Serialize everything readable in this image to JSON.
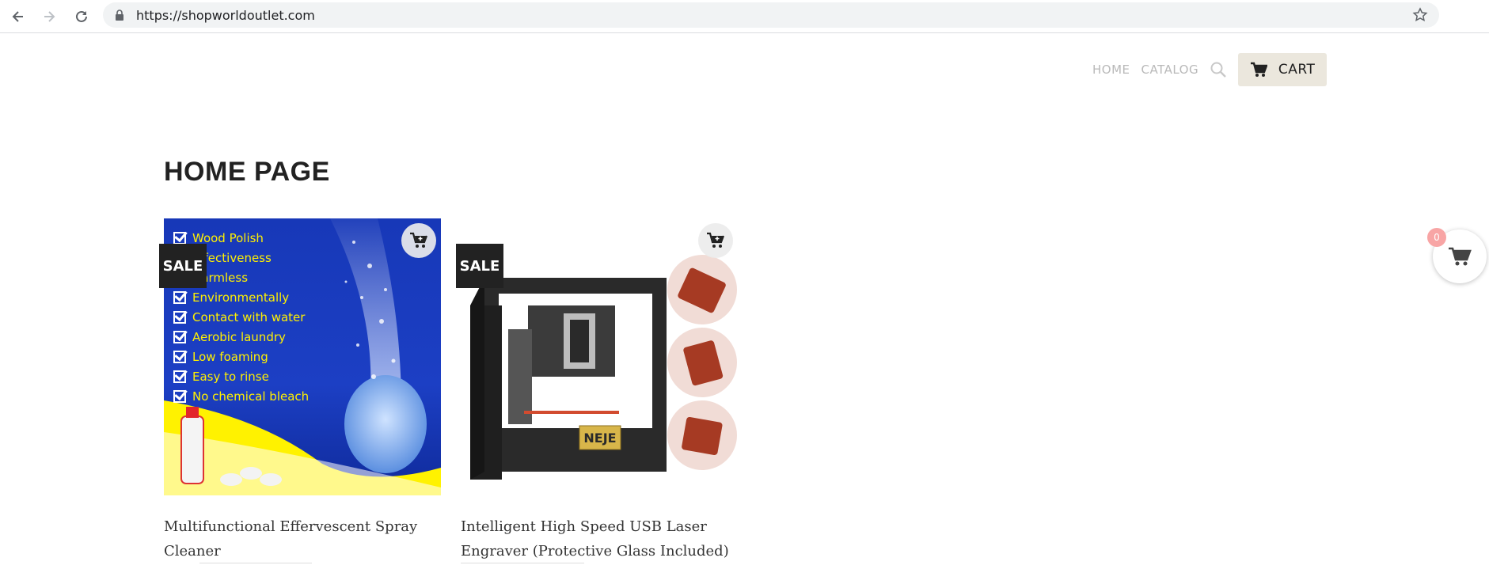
{
  "browser": {
    "url": "https://shopworldoutlet.com"
  },
  "header": {
    "nav": [
      "HOME",
      "CATALOG"
    ],
    "cart_label": "CART"
  },
  "page": {
    "title": "HOME PAGE"
  },
  "products": [
    {
      "badge": "SALE",
      "title_line1": "Multifunctional Effervescent Spray",
      "title_line2": "Cleaner",
      "image_features": [
        "Wood Polish",
        "Effectiveness",
        "Harmless",
        "Environmentally",
        "Contact with water",
        "Aerobic laundry",
        "Low foaming",
        "Easy to rinse",
        "No chemical bleach"
      ]
    },
    {
      "badge": "SALE",
      "title_line1": "Intelligent High Speed USB Laser",
      "title_line2": "Engraver (Protective Glass Included)",
      "image_brand": "NEJE"
    }
  ],
  "floating_cart": {
    "count": "0"
  },
  "colors": {
    "cart_button_bg": "#ebe7dd",
    "badge_bg": "#222222",
    "float_badge": "#f8a5a5"
  }
}
